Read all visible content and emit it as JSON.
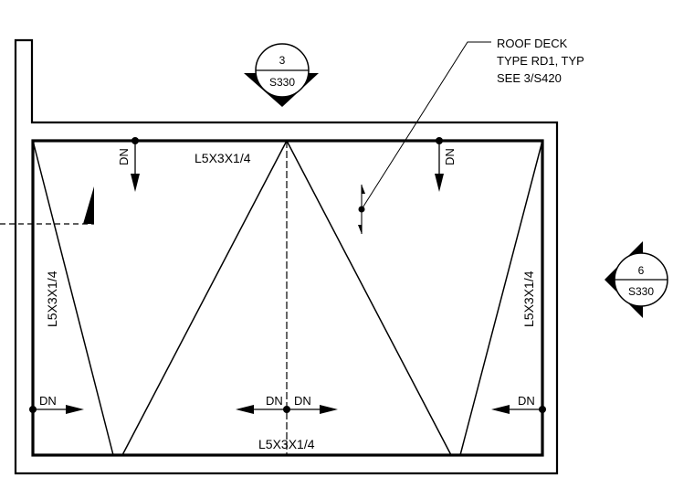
{
  "note": {
    "line1": "ROOF DECK",
    "line2": "TYPE RD1, TYP",
    "line3": "SEE 3/S420"
  },
  "section_top": {
    "number": "3",
    "sheet": "S330"
  },
  "section_right": {
    "number": "6",
    "sheet": "S330"
  },
  "members": {
    "top": "L5X3X1/4",
    "bottom": "L5X3X1/4",
    "left": "L5X3X1/4",
    "right": "L5X3X1/4"
  },
  "slope": {
    "top_left": "DN",
    "top_right": "DN",
    "left": "DN",
    "right": "DN",
    "center_left": "DN",
    "center_right": "DN"
  },
  "colors": {
    "line": "#000000",
    "background": "#ffffff"
  }
}
